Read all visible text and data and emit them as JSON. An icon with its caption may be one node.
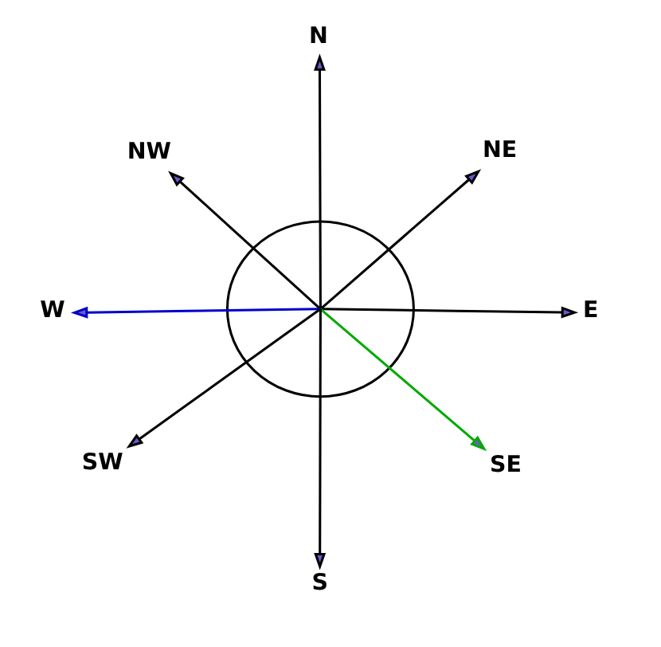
{
  "diagram": {
    "nodes": [
      {
        "text": [
          "N"
        ]
      },
      {
        "text": [
          "NW"
        ]
      },
      {
        "text": [
          "NE"
        ]
      },
      {
        "text": [
          "W"
        ]
      },
      {
        "text": [],
        "shape": "circle"
      },
      {
        "text": [
          "E"
        ]
      },
      {
        "text": [
          "SW"
        ]
      },
      {
        "text": [
          "SE"
        ]
      },
      {
        "text": [
          "S"
        ]
      }
    ],
    "edges": [
      {
        "from": 4,
        "to": 0,
        "arrow": "to"
      },
      {
        "from": 4,
        "to": 2,
        "arrow": "to"
      },
      {
        "from": 4,
        "to": 5,
        "arrow": "to"
      },
      {
        "from": 4,
        "to": 7,
        "arrow": "to",
        "color": "#00aa00"
      },
      {
        "from": 4,
        "to": 8,
        "arrow": "to"
      },
      {
        "from": 4,
        "to": 6,
        "arrow": "to"
      },
      {
        "from": 4,
        "to": 3,
        "arrow": "to",
        "color": "#0000cc"
      },
      {
        "from": 4,
        "to": 1,
        "arrow": "to"
      }
    ]
  }
}
